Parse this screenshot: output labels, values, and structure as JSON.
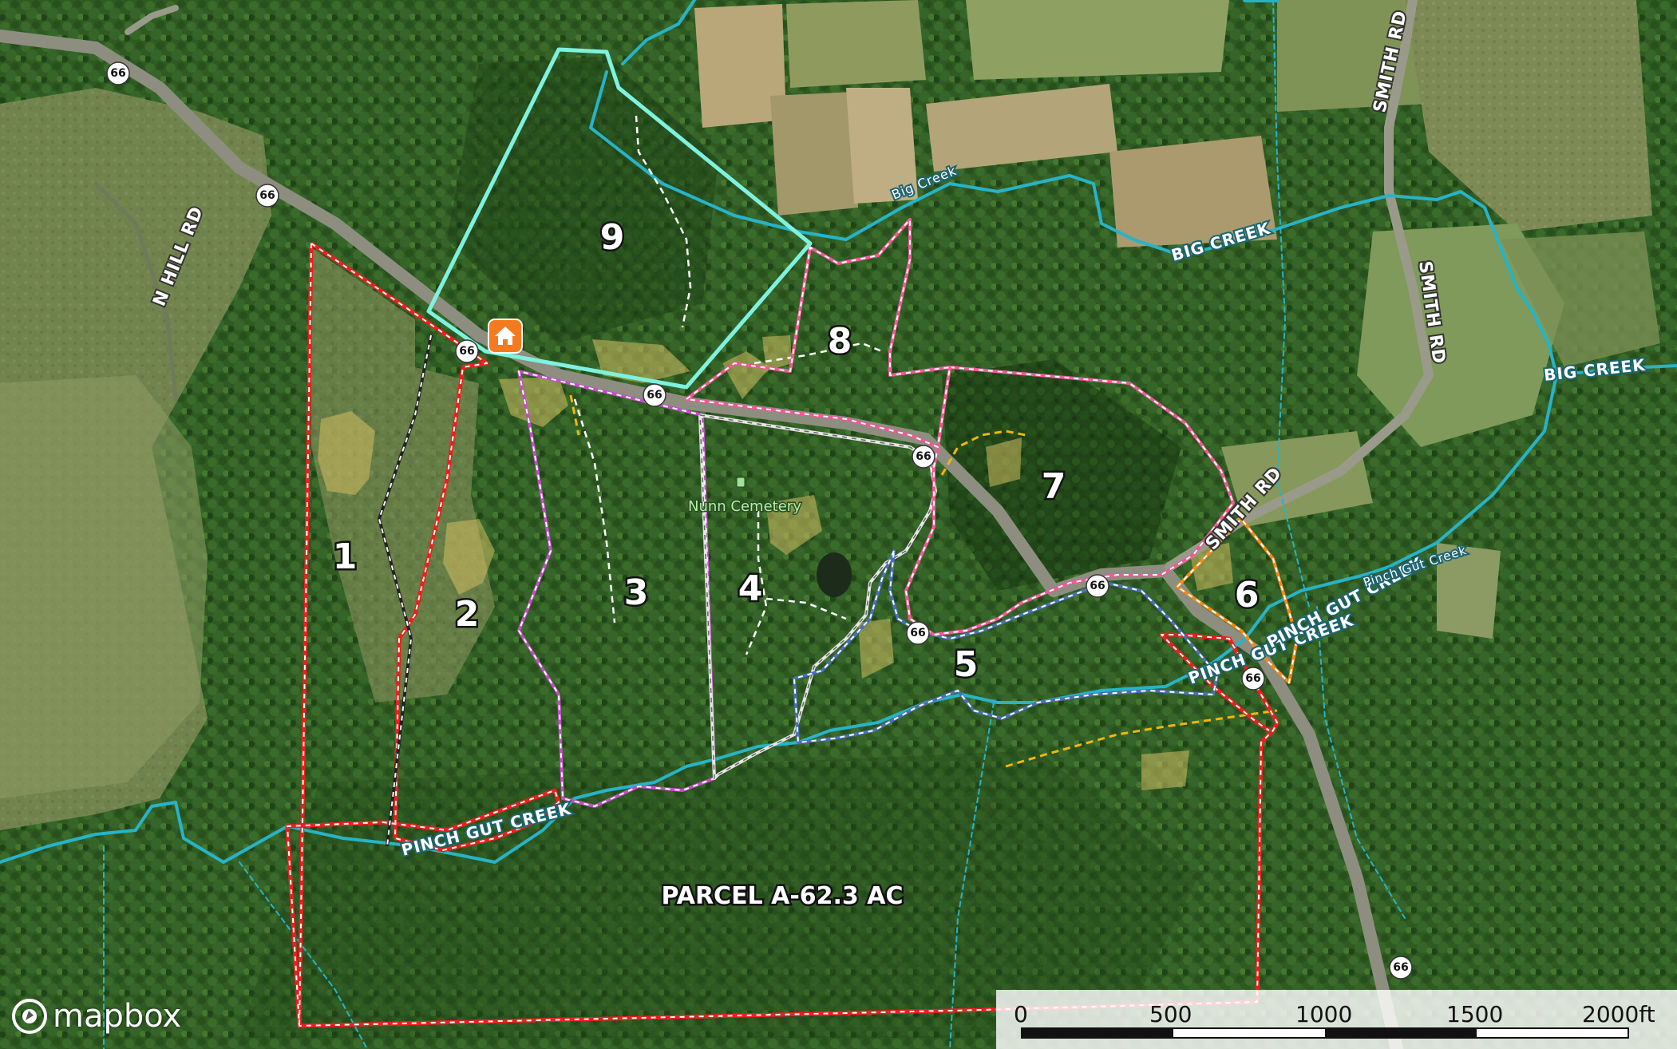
{
  "map": {
    "attribution": "mapbox",
    "tract_numbers": [
      "1",
      "2",
      "3",
      "4",
      "5",
      "6",
      "7",
      "8",
      "9"
    ],
    "parcel_label": "PARCEL A-62.3 AC",
    "roads": {
      "n_hill": "N HILL RD",
      "smith_1": "SMITH RD",
      "smith_2": "SMITH RD",
      "smith_3": "SMITH RD"
    },
    "route_shield": "66",
    "creeks": {
      "big_creek_small": "Big Creek",
      "big_creek_1": "BIG CREEK",
      "big_creek_2": "BIG CREEK",
      "pinch_gut_1": "PINCH GUT CREEK",
      "pinch_gut_2": "PINCH GUT CREEK",
      "pinch_gut_3": "PINCH GUT CREEK",
      "pinch_gut_small": "Pinch Gut Creek"
    },
    "poi": {
      "cemetery": "Nunn Cemetery"
    },
    "home_icon": "home-icon",
    "scale_bar": {
      "labels": [
        "0",
        "500",
        "1000",
        "1500",
        "2000ft"
      ]
    },
    "colors": {
      "tract1_boundary": "#e8201f",
      "tract2_boundary": "#222222",
      "tract3_boundary": "#c04fc6",
      "tract4_boundary": "#e6e6e6",
      "tract5_boundary": "#4a6fb5",
      "tract6_boundary": "#f28a1b",
      "tract7_8_boundary": "#ee5a96",
      "tract9_boundary": "#7ef2df",
      "creek": "#27b3c8",
      "trail": "#ffffff",
      "firebreak": "#f2b705",
      "home_marker": "#f47a20",
      "food_plot": "#c9b55a"
    }
  }
}
